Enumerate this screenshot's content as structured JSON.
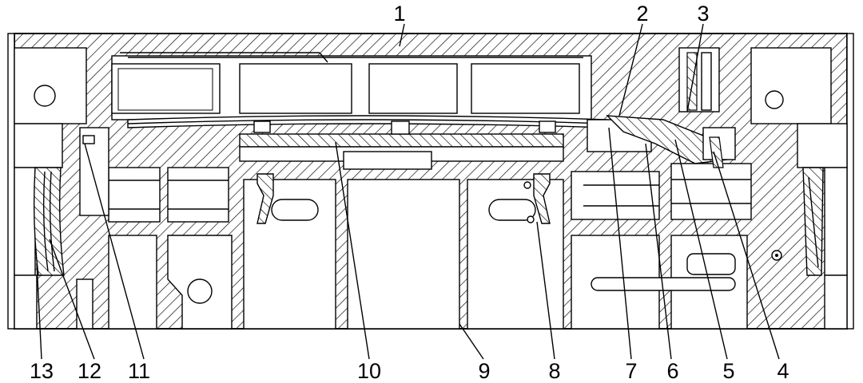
{
  "drawing": {
    "callouts": [
      {
        "id": "callout-1",
        "text": "1"
      },
      {
        "id": "callout-2",
        "text": "2"
      },
      {
        "id": "callout-3",
        "text": "3"
      },
      {
        "id": "callout-4",
        "text": "4"
      },
      {
        "id": "callout-5",
        "text": "5"
      },
      {
        "id": "callout-6",
        "text": "6"
      },
      {
        "id": "callout-7",
        "text": "7"
      },
      {
        "id": "callout-8",
        "text": "8"
      },
      {
        "id": "callout-9",
        "text": "9"
      },
      {
        "id": "callout-10",
        "text": "10"
      },
      {
        "id": "callout-11",
        "text": "11"
      },
      {
        "id": "callout-12",
        "text": "12"
      },
      {
        "id": "callout-13",
        "text": "13"
      }
    ]
  }
}
